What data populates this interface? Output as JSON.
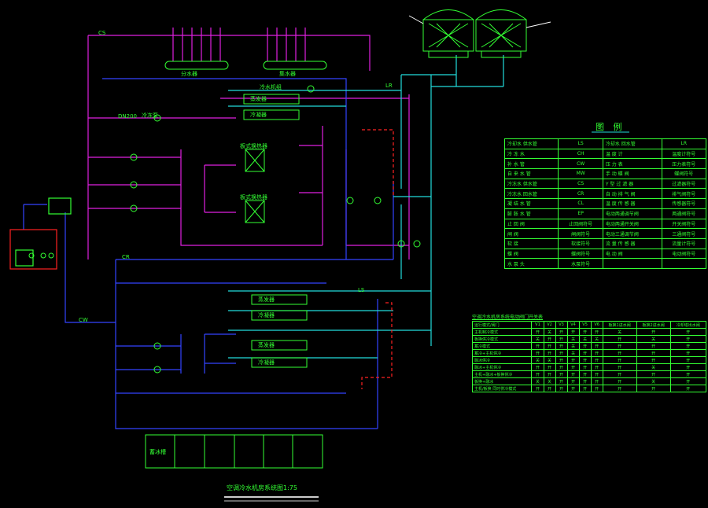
{
  "drawing_title": "空调冷水机房系统图1:75",
  "legend": {
    "title": "图  例",
    "rows": [
      {
        "left_label": "冷却水 供水管",
        "left_symbol": "LS",
        "right_label": "冷却水 回水管",
        "right_symbol": "LR"
      },
      {
        "left_label": "冷 冻 水",
        "left_symbol": "CH",
        "right_label": "温 度 计",
        "right_symbol": "温度计符号"
      },
      {
        "left_label": "补 水 管",
        "left_symbol": "CW",
        "right_label": "压 力 表",
        "right_symbol": "压力表符号"
      },
      {
        "left_label": "自 来 水 管",
        "left_symbol": "MW",
        "right_label": "手 动 蝶 阀",
        "right_symbol": "蝶阀符号"
      },
      {
        "left_label": "冷冻水 供水管",
        "left_symbol": "CS",
        "right_label": "Y 型 过 滤 器",
        "right_symbol": "过滤器符号"
      },
      {
        "left_label": "冷冻水 回水管",
        "left_symbol": "CR",
        "right_label": "自 动 排 气 阀",
        "right_symbol": "排气阀符号"
      },
      {
        "left_label": "凝 结 水 管",
        "left_symbol": "CL",
        "right_label": "温 度 传 感 器",
        "right_symbol": "传感器符号"
      },
      {
        "left_label": "膨 胀 水 管",
        "left_symbol": "EP",
        "right_label": "电动两通调节阀",
        "right_symbol": "两通阀符号"
      },
      {
        "left_label": "止 回 阀",
        "left_symbol": "止回阀符号",
        "right_label": "电动两通开关阀",
        "right_symbol": "开关阀符号"
      },
      {
        "left_label": "闸    阀",
        "left_symbol": "闸阀符号",
        "right_label": "电动三通调节阀",
        "right_symbol": "三通阀符号"
      },
      {
        "left_label": "软    接",
        "left_symbol": "软接符号",
        "right_label": "流 量 传 感 器",
        "right_symbol": "流量计符号"
      },
      {
        "left_label": "蝶    阀",
        "left_symbol": "蝶阀符号",
        "right_label": "电 动 阀",
        "right_symbol": "电动阀符号"
      },
      {
        "left_label": "水 泵 头",
        "left_symbol": "水泵符号",
        "right_label": "",
        "right_symbol": ""
      }
    ]
  },
  "valve_table": {
    "title": "空调冷水机房系统电动阀门开关表",
    "headers": [
      "运行模式/阀门",
      "V1",
      "V2",
      "V3",
      "V4",
      "V5",
      "V6",
      "板换1进水阀",
      "板换2进水阀",
      "冷却塔出水阀"
    ],
    "rows": [
      [
        "主机制冷模式",
        "开",
        "关",
        "开",
        "开",
        "开",
        "开",
        "关",
        "开",
        "开"
      ],
      [
        "板换供冷模式",
        "关",
        "开",
        "开",
        "关",
        "关",
        "关",
        "开",
        "关",
        "开"
      ],
      [
        "蓄冷模式",
        "开",
        "开",
        "开",
        "关",
        "开",
        "开",
        "开",
        "开",
        "开"
      ],
      [
        "蓄冷+主机供冷",
        "开",
        "开",
        "开",
        "关",
        "开",
        "开",
        "开",
        "开",
        "开"
      ],
      [
        "融冰供冷",
        "关",
        "关",
        "开",
        "开",
        "开",
        "开",
        "开",
        "开",
        "开"
      ],
      [
        "融冰+主机供冷",
        "开",
        "开",
        "开",
        "开",
        "开",
        "开",
        "开",
        "关",
        "开"
      ],
      [
        "主机+融冰+板换供冷",
        "开",
        "开",
        "开",
        "开",
        "开",
        "开",
        "开",
        "开",
        "开"
      ],
      [
        "板换+融冰",
        "关",
        "关",
        "开",
        "开",
        "开",
        "开",
        "开",
        "关",
        "开"
      ],
      [
        "主机/板换 同时供冷模式",
        "开",
        "开",
        "开",
        "开",
        "开",
        "开",
        "开",
        "开",
        "开"
      ]
    ]
  },
  "labels": {
    "chiller": "冷水机组",
    "evaporator": "蒸发器",
    "condenser": "冷凝器",
    "phe": "板式换热器",
    "distributor": "分水器",
    "collector": "集水器",
    "tank": "蓄冰槽",
    "pump": "冷冻泵",
    "pipe_cs": "CS",
    "pipe_cr": "CR",
    "pipe_ls": "LS",
    "pipe_lr": "LR",
    "pipe_cw": "CW",
    "dn": "DN200"
  }
}
